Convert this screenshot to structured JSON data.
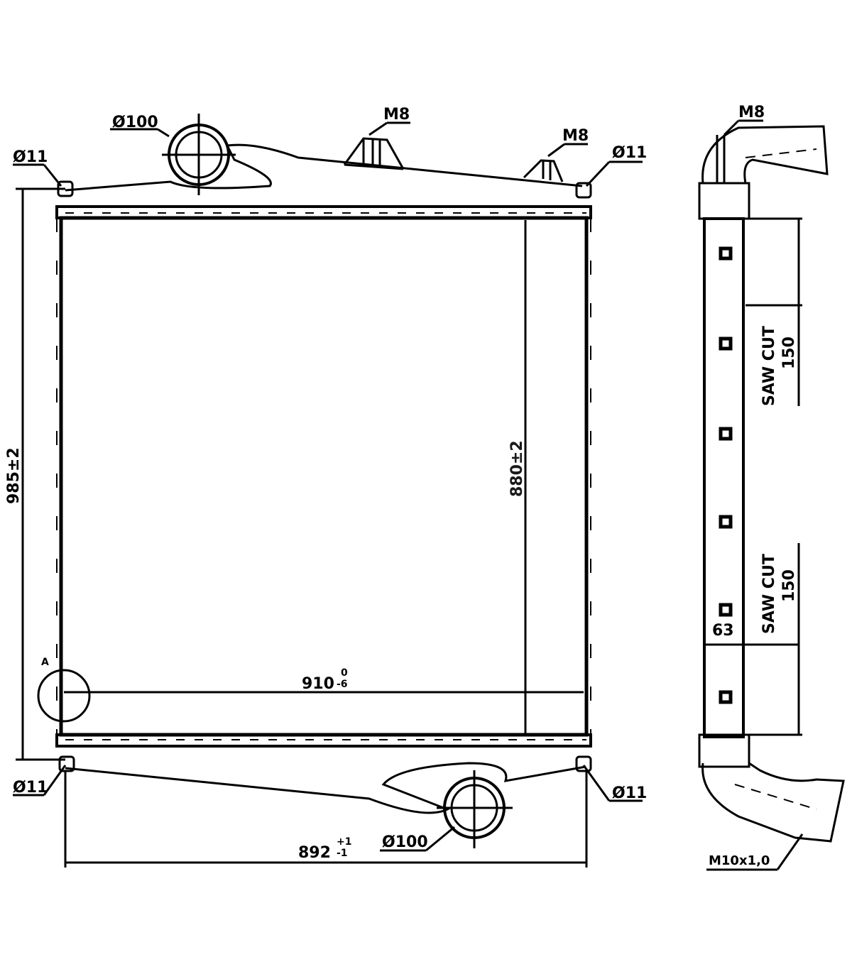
{
  "front_view": {
    "inlet_diameter_top": "Ø100",
    "outlet_diameter_bottom": "Ø100",
    "mount_thread_1": "M8",
    "mount_thread_2": "M8",
    "hole_top_left": "Ø11",
    "hole_top_right": "Ø11",
    "hole_bottom_left": "Ø11",
    "hole_bottom_right": "Ø11",
    "height_overall": "985±2",
    "core_height": "880±2",
    "core_width": "910",
    "core_width_tol_upper": "0",
    "core_width_tol_lower": "-6",
    "mount_width": "892",
    "mount_width_tol_upper": "+1",
    "mount_width_tol_lower": "-1",
    "detail_label": "A"
  },
  "side_view": {
    "mount_thread": "M8",
    "saw_cut_1": "SAW CUT",
    "saw_cut_1_value": "150",
    "saw_cut_2": "SAW CUT",
    "saw_cut_2_value": "150",
    "depth": "63",
    "drain_thread": "M10x1,0"
  }
}
